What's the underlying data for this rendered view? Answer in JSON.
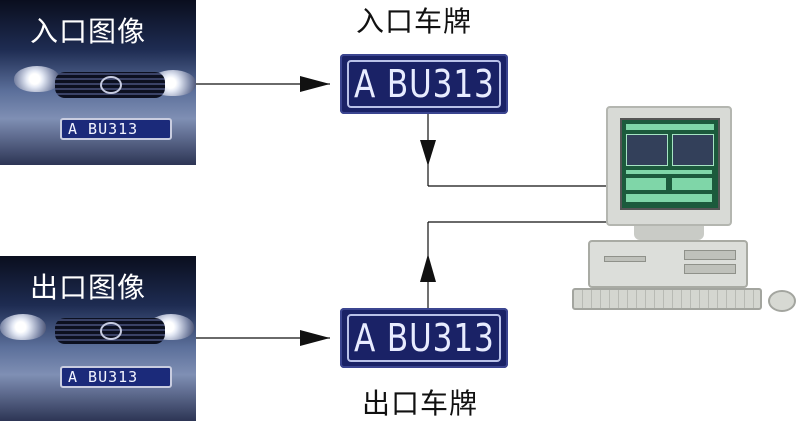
{
  "entrance": {
    "image_caption": "入口图像",
    "plate_label": "入口车牌",
    "plate_number": "A BU313",
    "car_plate_text": "A BU313"
  },
  "exit": {
    "image_caption": "出口图像",
    "plate_label": "出口车牌",
    "plate_number": "A BU313",
    "car_plate_text": "A BU313"
  },
  "colors": {
    "plate_blue": "#1a2266",
    "screen_green": "#1c5a3c"
  },
  "icons": [
    "car-photo",
    "license-plate",
    "arrow",
    "computer-icon"
  ]
}
